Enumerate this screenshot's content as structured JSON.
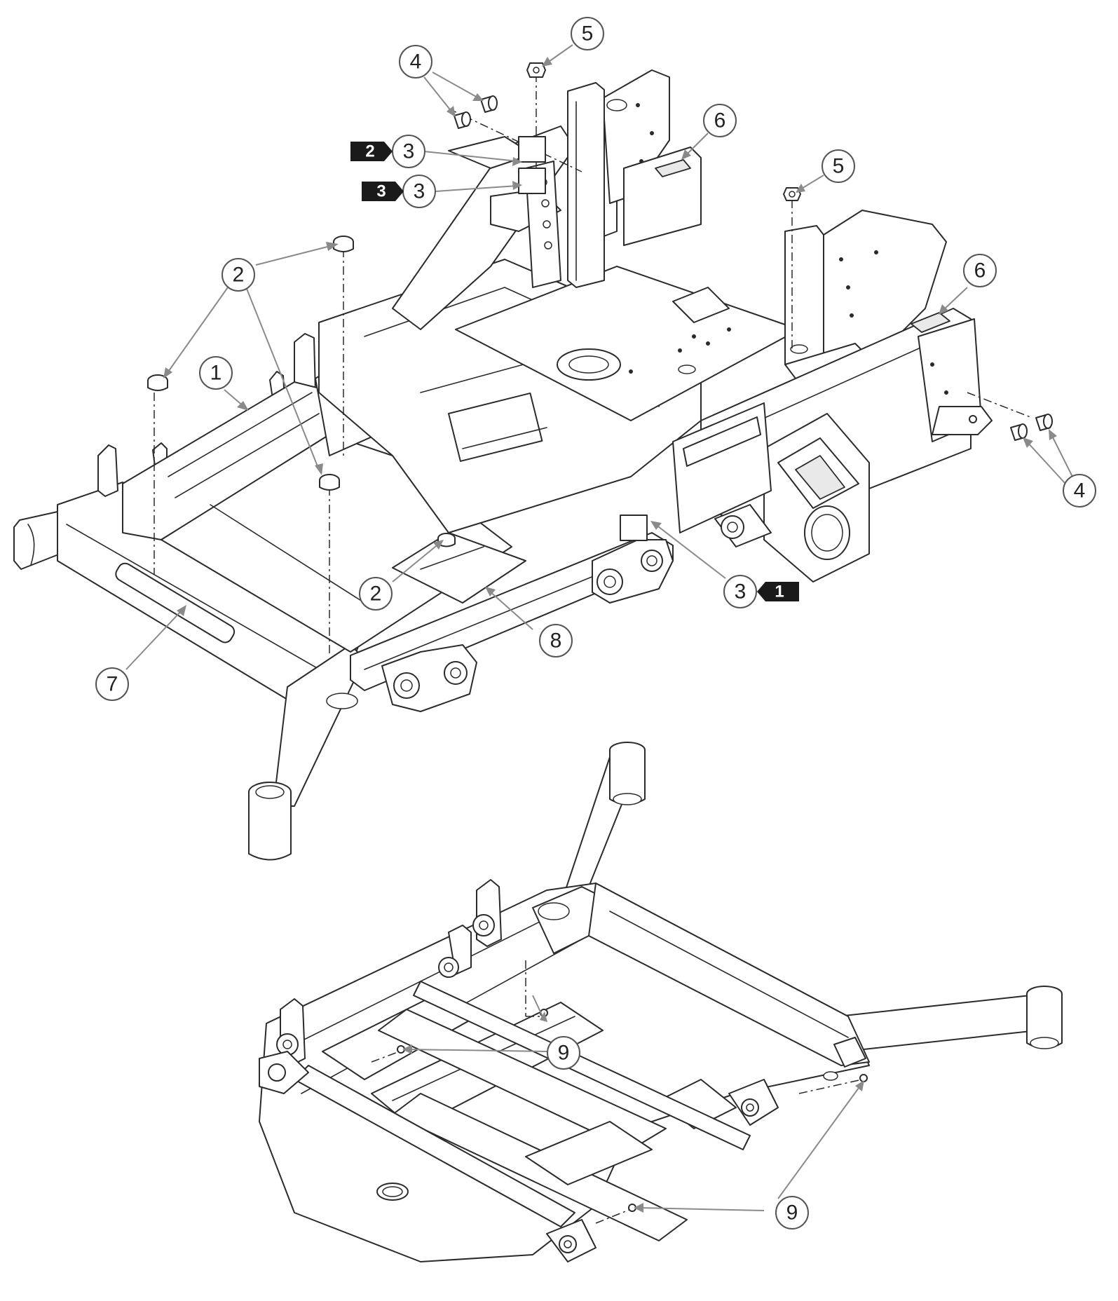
{
  "colors": {
    "line": "#2b2b2b",
    "leader": "#8a8a8a",
    "callout_border": "#555555",
    "tag_fill": "#1a1a1a",
    "background": "#ffffff"
  },
  "callouts": [
    {
      "id": "c1",
      "label": "1"
    },
    {
      "id": "c2a",
      "label": "2"
    },
    {
      "id": "c2b",
      "label": "2"
    },
    {
      "id": "c3a",
      "label": "3"
    },
    {
      "id": "c3b",
      "label": "3"
    },
    {
      "id": "c3c",
      "label": "3"
    },
    {
      "id": "c4a",
      "label": "4"
    },
    {
      "id": "c4b",
      "label": "4"
    },
    {
      "id": "c5a",
      "label": "5"
    },
    {
      "id": "c5b",
      "label": "5"
    },
    {
      "id": "c6a",
      "label": "6"
    },
    {
      "id": "c6b",
      "label": "6"
    },
    {
      "id": "c7",
      "label": "7"
    },
    {
      "id": "c8",
      "label": "8"
    },
    {
      "id": "c9a",
      "label": "9"
    },
    {
      "id": "c9b",
      "label": "9"
    }
  ],
  "tags": [
    {
      "id": "t2",
      "label": "2"
    },
    {
      "id": "t3",
      "label": "3"
    },
    {
      "id": "t1",
      "label": "1"
    }
  ]
}
